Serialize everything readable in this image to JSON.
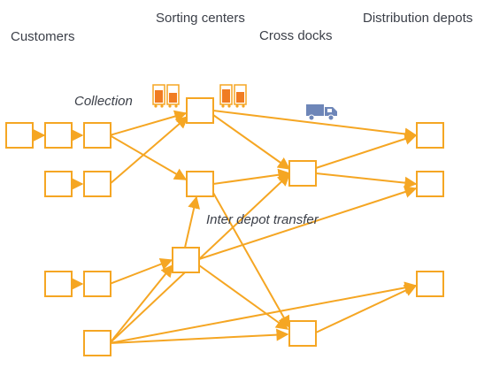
{
  "labels": {
    "customers": "Customers",
    "sorting_centers": "Sorting centers",
    "cross_docks": "Cross docks",
    "distribution_depots": "Distribution depots",
    "collection": "Collection",
    "inter_depot_transfer": "Inter depot transfer"
  },
  "icons": {
    "trolleys": "roll-cage-trolley-icon",
    "truck": "delivery-truck-icon"
  },
  "colors": {
    "accent": "#f5a623",
    "accent_dark": "#e8921b",
    "trolley_fill": "#f07c22",
    "truck": "#6e86b8",
    "text": "#3b3f48"
  }
}
